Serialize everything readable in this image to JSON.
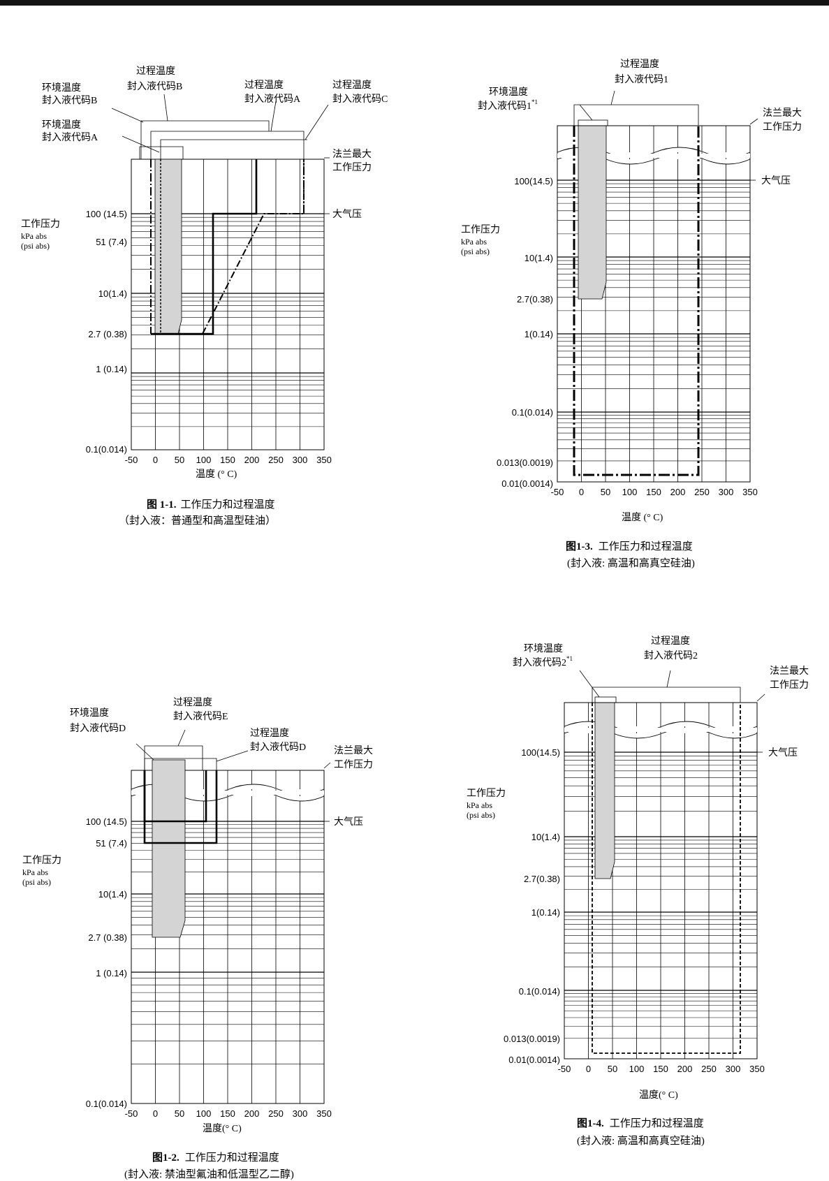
{
  "charts": [
    {
      "caption": {
        "num": "图 1-1.",
        "title": "工作压力和过程温度",
        "sub": "（封入液：普通型和高温型硅油）"
      },
      "ylabel": [
        "工作压力",
        "kPa abs",
        "(psi abs)"
      ],
      "xlabel": "温度 (° C)",
      "xticks": [
        "-50",
        "0",
        "50",
        "100",
        "150",
        "200",
        "250",
        "300",
        "350"
      ],
      "yticks": [
        "100 (14.5)",
        "51 (7.4)",
        "10(1.4)",
        "2.7 (0.38)",
        "1 (0.14)",
        "0.1(0.014)"
      ],
      "annotations": {
        "amb_b": [
          "环境温度",
          "封入液代码B"
        ],
        "proc_b": [
          "过程温度",
          "封入液代码B"
        ],
        "proc_a": [
          "过程温度",
          "封入液代码A"
        ],
        "proc_c": [
          "过程温度",
          "封入液代码C"
        ],
        "amb_a": [
          "环境温度",
          "封入液代码A"
        ],
        "flange": [
          "法兰最大",
          "工作压力"
        ],
        "atm": "大气压"
      }
    },
    {
      "caption": {
        "num": "图1-3.",
        "title": "工作压力和过程温度",
        "sub": "(封入液: 高温和高真空硅油)"
      },
      "ylabel": [
        "工作压力",
        "kPa abs",
        "(psi abs)"
      ],
      "xlabel": "温度 (° C)",
      "xticks": [
        "-50",
        "0",
        "50",
        "100",
        "150",
        "200",
        "250",
        "300",
        "350"
      ],
      "yticks": [
        "100(14.5)",
        "10(1.4)",
        "2.7(0.38)",
        "1(0.14)",
        "0.1(0.014)",
        "0.013(0.0019)",
        "0.01(0.0014)"
      ],
      "annotations": {
        "proc_1": [
          "过程温度",
          "封入液代码1"
        ],
        "amb_1": [
          "环境温度",
          "封入液代码1"
        ],
        "amb_1_note": "*1",
        "flange": [
          "法兰最大",
          "工作压力"
        ],
        "atm": "大气压"
      }
    },
    {
      "caption": {
        "num": "图1-2.",
        "title": "工作压力和过程温度",
        "sub": "(封入液: 禁油型氟油和低温型乙二醇)"
      },
      "ylabel": [
        "工作压力",
        "kPa abs",
        "(psi abs)"
      ],
      "xlabel": "温度(° C)",
      "xticks": [
        "-50",
        "0",
        "50",
        "100",
        "150",
        "200",
        "250",
        "300",
        "350"
      ],
      "yticks": [
        "100 (14.5)",
        "51 (7.4)",
        "10(1.4)",
        "2.7 (0.38)",
        "1 (0.14)",
        "0.1(0.014)"
      ],
      "annotations": {
        "amb_d": [
          "环境温度",
          "封入液代码D"
        ],
        "proc_e": [
          "过程温度",
          "封入液代码E"
        ],
        "proc_d": [
          "过程温度",
          "封入液代码D"
        ],
        "flange": [
          "法兰最大",
          "工作压力"
        ],
        "atm": "大气压"
      }
    },
    {
      "caption": {
        "num": "图1-4.",
        "title": "工作压力和过程温度",
        "sub": "(封入液: 高温和高真空硅油)"
      },
      "ylabel": [
        "工作压力",
        "kPa abs",
        "(psi abs)"
      ],
      "xlabel": "温度(° C)",
      "xticks": [
        "-50",
        "0",
        "50",
        "100",
        "150",
        "200",
        "250",
        "300",
        "350"
      ],
      "yticks": [
        "100(14.5)",
        "10(1.4)",
        "2.7(0.38)",
        "1(0.14)",
        "0.1(0.014)",
        "0.013(0.0019)",
        "0.01(0.0014)"
      ],
      "annotations": {
        "amb_2": [
          "环境温度",
          "封入液代码2"
        ],
        "amb_2_note": "*1",
        "proc_2": [
          "过程温度",
          "封入液代码2"
        ],
        "flange": [
          "法兰最大",
          "工作压力"
        ],
        "atm": "大气压"
      }
    }
  ],
  "chart_data": [
    {
      "type": "line",
      "xlim": [
        -50,
        350
      ],
      "x_unit": "° C",
      "y_scale": "log",
      "ylim": [
        0.1,
        "flange max"
      ],
      "series": [
        {
          "label": "封入液代码A",
          "x": [
            -10,
            -10
          ],
          "y": [
            2.7,
            "flange max"
          ]
        },
        {
          "label": "封入液代码B",
          "x": [
            -10,
            120,
            120,
            215,
            215
          ],
          "y": [
            2.7,
            2.7,
            100,
            100,
            "flange max"
          ]
        },
        {
          "label": "封入液代码C",
          "x": [
            -10,
            100,
            225,
            310,
            310
          ],
          "y": [
            2.7,
            2.7,
            100,
            100,
            "flange max"
          ]
        },
        {
          "label": "封入液代码A",
          "x": [
            15,
            15
          ],
          "y": [
            2.7,
            "flange max"
          ]
        }
      ],
      "ambient_band": {
        "x": [
          -5,
          60
        ],
        "y": [
          2.7,
          "flange max"
        ]
      }
    },
    {
      "type": "line",
      "xlim": [
        -50,
        350
      ],
      "x_unit": "° C",
      "y_scale": "log",
      "ylim": [
        0.01,
        "flange max"
      ],
      "series": [
        {
          "label": "封入液代码1",
          "x": [
            -10,
            -10,
            250,
            250
          ],
          "y": [
            "flange max",
            0.013,
            0.013,
            "flange max"
          ]
        }
      ],
      "ambient_band": {
        "x": [
          -5,
          60
        ],
        "y": [
          2.7,
          "flange max"
        ]
      }
    },
    {
      "type": "line",
      "xlim": [
        -50,
        350
      ],
      "x_unit": "° C",
      "y_scale": "log",
      "ylim": [
        0.1,
        "flange max"
      ],
      "series": [
        {
          "label": "封入液代码E",
          "x": [
            -20,
            -20,
            100,
            100
          ],
          "y": [
            "flange max",
            100,
            100,
            "flange max"
          ]
        },
        {
          "label": "封入液代码D",
          "x": [
            -20,
            -20,
            120,
            120
          ],
          "y": [
            "flange max",
            51,
            51,
            "flange max"
          ]
        }
      ],
      "ambient_band": {
        "x": [
          -5,
          60
        ],
        "y": [
          2.7,
          "flange max"
        ]
      }
    },
    {
      "type": "line",
      "xlim": [
        -50,
        350
      ],
      "x_unit": "° C",
      "y_scale": "log",
      "ylim": [
        0.01,
        "flange max"
      ],
      "series": [
        {
          "label": "封入液代码2",
          "x": [
            15,
            15,
            310,
            310
          ],
          "y": [
            "flange max",
            0.013,
            0.013,
            "flange max"
          ]
        }
      ],
      "ambient_band": {
        "x": [
          15,
          60
        ],
        "y": [
          2.7,
          "flange max"
        ]
      }
    }
  ]
}
